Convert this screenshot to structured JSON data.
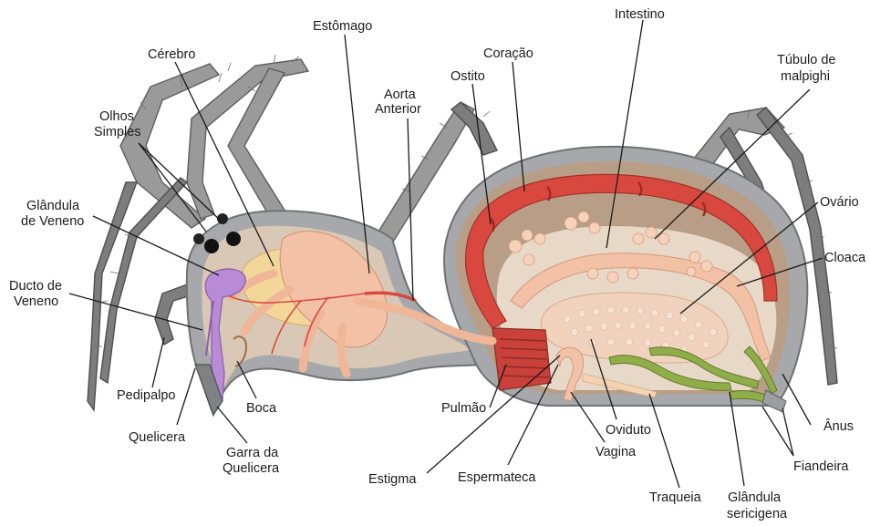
{
  "labels": {
    "cerebro": "Cérebro",
    "estomago": "Estômago",
    "intestino": "Intestino",
    "coracao": "Coração",
    "ostito": "Ostito",
    "aorta_l1": "Aorta",
    "aorta_l2": "Anterior",
    "tubulo_l1": "Túbulo de",
    "tubulo_l2": "malpighi",
    "olhos_l1": "Olhos",
    "olhos_l2": "Simples",
    "glandula_veneno_l1": "Glândula",
    "glandula_veneno_l2": "de Veneno",
    "ducto_l1": "Ducto de",
    "ducto_l2": "Veneno",
    "ovario": "Ovário",
    "cloaca": "Cloaca",
    "pedipalpo": "Pedipalpo",
    "boca": "Boca",
    "quelicera": "Quelicera",
    "garra_l1": "Garra da",
    "garra_l2": "Quelicera",
    "pulmao": "Pulmão",
    "oviduto": "Oviduto",
    "vagina": "Vagina",
    "anus": "Ânus",
    "fiandeira": "Fiandeira",
    "estigma": "Estigma",
    "espermateca": "Espermateca",
    "traqueia": "Traqueia",
    "glandula_sericigena_l1": "Glândula",
    "glandula_sericigena_l2": "sericigena"
  },
  "colors": {
    "shell": "#a6a8ab",
    "cavity_cephalothorax": "#d9c8b5",
    "cavity_abdomen": "#b89e86",
    "heart": "#d8483f",
    "gut": "#f3c2a6",
    "nerve": "#f2d69a",
    "venom": "#b98ad6",
    "silk_gland": "#8fae4a",
    "ovary": "#f1d3bd",
    "lung": "#c9413a"
  }
}
